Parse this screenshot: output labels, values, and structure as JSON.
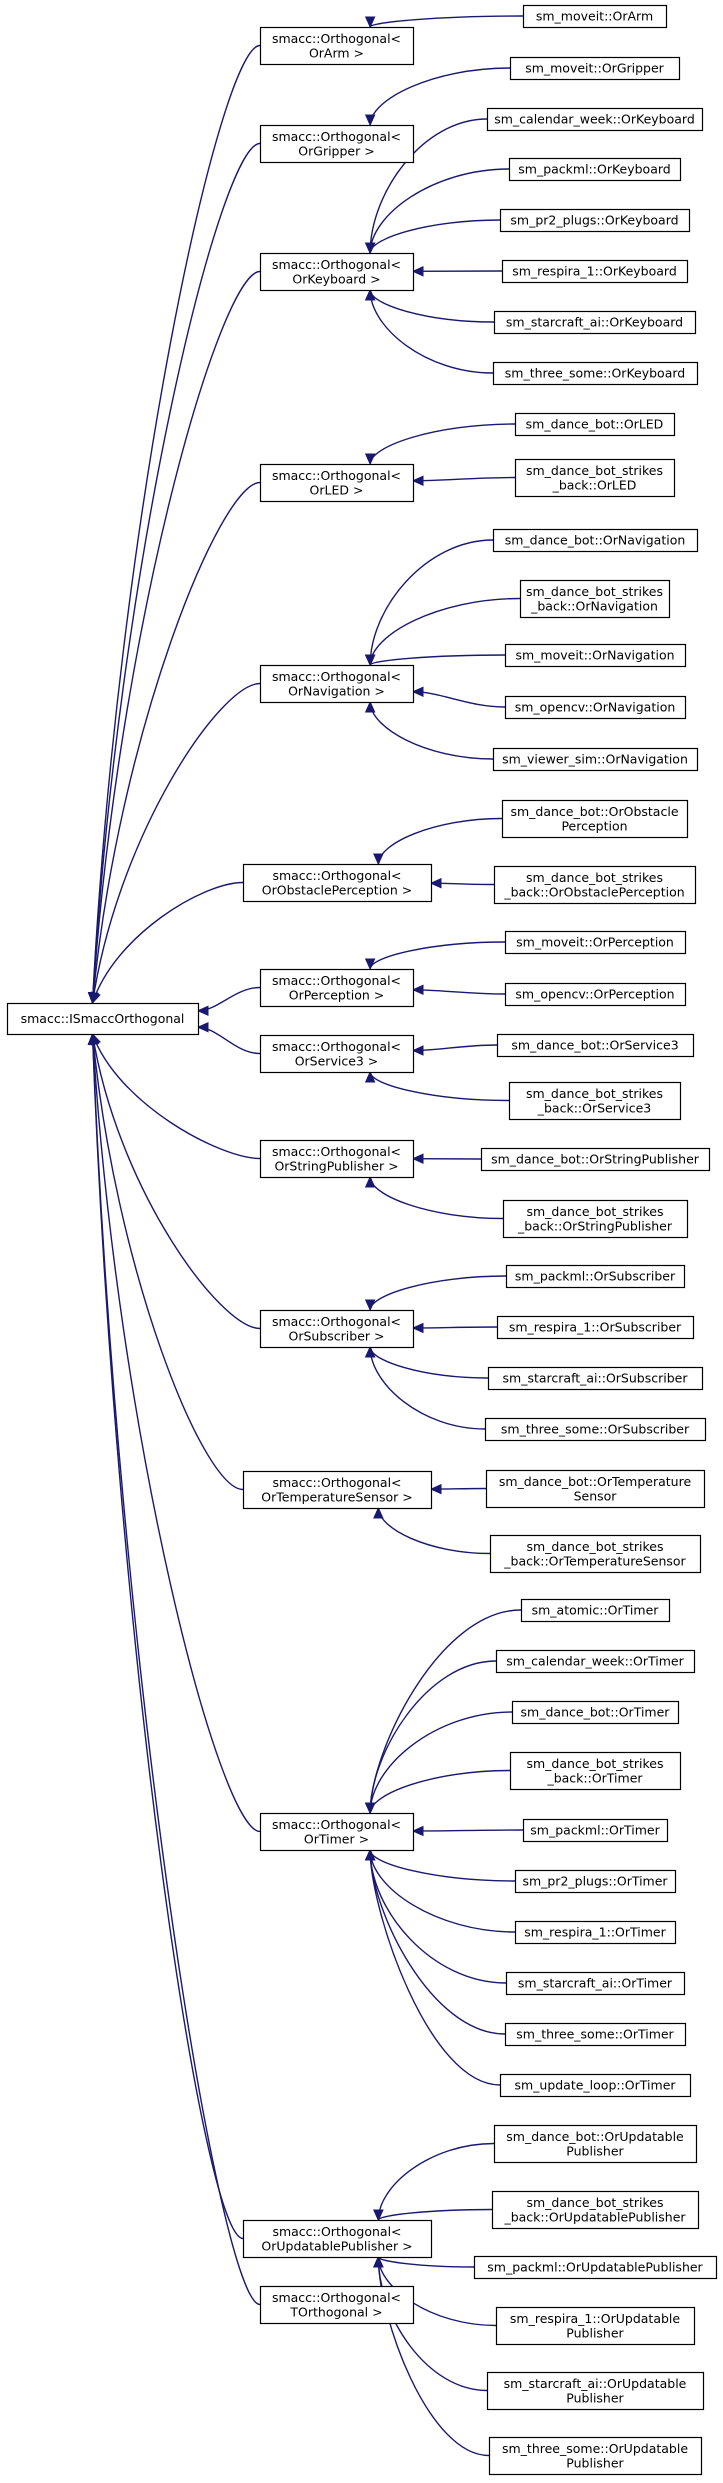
{
  "root": {
    "id": "root",
    "lines": [
      "smacc::ISmaccOrthogonal"
    ]
  },
  "templates": [
    {
      "id": "t_arm",
      "lines": [
        "smacc::Orthogonal<",
        "OrArm >"
      ]
    },
    {
      "id": "t_gripper",
      "lines": [
        "smacc::Orthogonal<",
        "OrGripper >"
      ]
    },
    {
      "id": "t_keyboard",
      "lines": [
        "smacc::Orthogonal<",
        "OrKeyboard >"
      ]
    },
    {
      "id": "t_led",
      "lines": [
        "smacc::Orthogonal<",
        "OrLED >"
      ]
    },
    {
      "id": "t_nav",
      "lines": [
        "smacc::Orthogonal<",
        "OrNavigation >"
      ]
    },
    {
      "id": "t_obst",
      "lines": [
        "smacc::Orthogonal<",
        "OrObstaclePerception >"
      ]
    },
    {
      "id": "t_perc",
      "lines": [
        "smacc::Orthogonal<",
        "OrPerception >"
      ]
    },
    {
      "id": "t_srv3",
      "lines": [
        "smacc::Orthogonal<",
        "OrService3 >"
      ]
    },
    {
      "id": "t_strpub",
      "lines": [
        "smacc::Orthogonal<",
        "OrStringPublisher >"
      ]
    },
    {
      "id": "t_sub",
      "lines": [
        "smacc::Orthogonal<",
        "OrSubscriber >"
      ]
    },
    {
      "id": "t_temp",
      "lines": [
        "smacc::Orthogonal<",
        "OrTemperatureSensor >"
      ]
    },
    {
      "id": "t_timer",
      "lines": [
        "smacc::Orthogonal<",
        "OrTimer >"
      ]
    },
    {
      "id": "t_updpub",
      "lines": [
        "smacc::Orthogonal<",
        "OrUpdatablePublisher >"
      ]
    },
    {
      "id": "t_torth",
      "lines": [
        "smacc::Orthogonal<",
        "TOrthogonal >"
      ]
    }
  ],
  "leaves": [
    {
      "id": "l1",
      "parent": "t_arm",
      "lines": [
        "sm_moveit::OrArm"
      ]
    },
    {
      "id": "l2",
      "parent": "t_gripper",
      "lines": [
        "sm_moveit::OrGripper"
      ]
    },
    {
      "id": "l3",
      "parent": "t_keyboard",
      "lines": [
        "sm_calendar_week::OrKeyboard"
      ]
    },
    {
      "id": "l4",
      "parent": "t_keyboard",
      "lines": [
        "sm_packml::OrKeyboard"
      ]
    },
    {
      "id": "l5",
      "parent": "t_keyboard",
      "lines": [
        "sm_pr2_plugs::OrKeyboard"
      ]
    },
    {
      "id": "l6",
      "parent": "t_keyboard",
      "lines": [
        "sm_respira_1::OrKeyboard"
      ]
    },
    {
      "id": "l7",
      "parent": "t_keyboard",
      "lines": [
        "sm_starcraft_ai::OrKeyboard"
      ]
    },
    {
      "id": "l8",
      "parent": "t_keyboard",
      "lines": [
        "sm_three_some::OrKeyboard"
      ]
    },
    {
      "id": "l9",
      "parent": "t_led",
      "lines": [
        "sm_dance_bot::OrLED"
      ]
    },
    {
      "id": "l10",
      "parent": "t_led",
      "lines": [
        "sm_dance_bot_strikes",
        "_back::OrLED"
      ]
    },
    {
      "id": "l11",
      "parent": "t_nav",
      "lines": [
        "sm_dance_bot::OrNavigation"
      ]
    },
    {
      "id": "l12",
      "parent": "t_nav",
      "lines": [
        "sm_dance_bot_strikes",
        "_back::OrNavigation"
      ]
    },
    {
      "id": "l13",
      "parent": "t_nav",
      "lines": [
        "sm_moveit::OrNavigation"
      ]
    },
    {
      "id": "l14",
      "parent": "t_nav",
      "lines": [
        "sm_opencv::OrNavigation"
      ]
    },
    {
      "id": "l15",
      "parent": "t_nav",
      "lines": [
        "sm_viewer_sim::OrNavigation"
      ]
    },
    {
      "id": "l16",
      "parent": "t_obst",
      "lines": [
        "sm_dance_bot::OrObstacle",
        "Perception"
      ]
    },
    {
      "id": "l17",
      "parent": "t_obst",
      "lines": [
        "sm_dance_bot_strikes",
        "_back::OrObstaclePerception"
      ]
    },
    {
      "id": "l18",
      "parent": "t_perc",
      "lines": [
        "sm_moveit::OrPerception"
      ]
    },
    {
      "id": "l19",
      "parent": "t_perc",
      "lines": [
        "sm_opencv::OrPerception"
      ]
    },
    {
      "id": "l20",
      "parent": "t_srv3",
      "lines": [
        "sm_dance_bot::OrService3"
      ]
    },
    {
      "id": "l21",
      "parent": "t_srv3",
      "lines": [
        "sm_dance_bot_strikes",
        "_back::OrService3"
      ]
    },
    {
      "id": "l22",
      "parent": "t_strpub",
      "lines": [
        "sm_dance_bot::OrStringPublisher"
      ]
    },
    {
      "id": "l23",
      "parent": "t_strpub",
      "lines": [
        "sm_dance_bot_strikes",
        "_back::OrStringPublisher"
      ]
    },
    {
      "id": "l24",
      "parent": "t_sub",
      "lines": [
        "sm_packml::OrSubscriber"
      ]
    },
    {
      "id": "l25",
      "parent": "t_sub",
      "lines": [
        "sm_respira_1::OrSubscriber"
      ]
    },
    {
      "id": "l26",
      "parent": "t_sub",
      "lines": [
        "sm_starcraft_ai::OrSubscriber"
      ]
    },
    {
      "id": "l27",
      "parent": "t_sub",
      "lines": [
        "sm_three_some::OrSubscriber"
      ]
    },
    {
      "id": "l28",
      "parent": "t_temp",
      "lines": [
        "sm_dance_bot::OrTemperature",
        "Sensor"
      ]
    },
    {
      "id": "l29",
      "parent": "t_temp",
      "lines": [
        "sm_dance_bot_strikes",
        "_back::OrTemperatureSensor"
      ]
    },
    {
      "id": "l30",
      "parent": "t_timer",
      "lines": [
        "sm_atomic::OrTimer"
      ]
    },
    {
      "id": "l31",
      "parent": "t_timer",
      "lines": [
        "sm_calendar_week::OrTimer"
      ]
    },
    {
      "id": "l32",
      "parent": "t_timer",
      "lines": [
        "sm_dance_bot::OrTimer"
      ]
    },
    {
      "id": "l33",
      "parent": "t_timer",
      "lines": [
        "sm_dance_bot_strikes",
        "_back::OrTimer"
      ]
    },
    {
      "id": "l34",
      "parent": "t_timer",
      "lines": [
        "sm_packml::OrTimer"
      ]
    },
    {
      "id": "l35",
      "parent": "t_timer",
      "lines": [
        "sm_pr2_plugs::OrTimer"
      ]
    },
    {
      "id": "l36",
      "parent": "t_timer",
      "lines": [
        "sm_respira_1::OrTimer"
      ]
    },
    {
      "id": "l37",
      "parent": "t_timer",
      "lines": [
        "sm_starcraft_ai::OrTimer"
      ]
    },
    {
      "id": "l38",
      "parent": "t_timer",
      "lines": [
        "sm_three_some::OrTimer"
      ]
    },
    {
      "id": "l39",
      "parent": "t_timer",
      "lines": [
        "sm_update_loop::OrTimer"
      ]
    },
    {
      "id": "l40",
      "parent": "t_updpub",
      "lines": [
        "sm_dance_bot::OrUpdatable",
        "Publisher"
      ]
    },
    {
      "id": "l41",
      "parent": "t_updpub",
      "lines": [
        "sm_dance_bot_strikes",
        "_back::OrUpdatablePublisher"
      ]
    },
    {
      "id": "l42",
      "parent": "t_updpub",
      "lines": [
        "sm_packml::OrUpdatablePublisher"
      ]
    },
    {
      "id": "l43",
      "parent": "t_updpub",
      "lines": [
        "sm_respira_1::OrUpdatable",
        "Publisher"
      ]
    },
    {
      "id": "l44",
      "parent": "t_updpub",
      "lines": [
        "sm_starcraft_ai::OrUpdatable",
        "Publisher"
      ]
    },
    {
      "id": "l45",
      "parent": "t_updpub",
      "lines": [
        "sm_three_some::OrUpdatable",
        "Publisher"
      ]
    }
  ]
}
